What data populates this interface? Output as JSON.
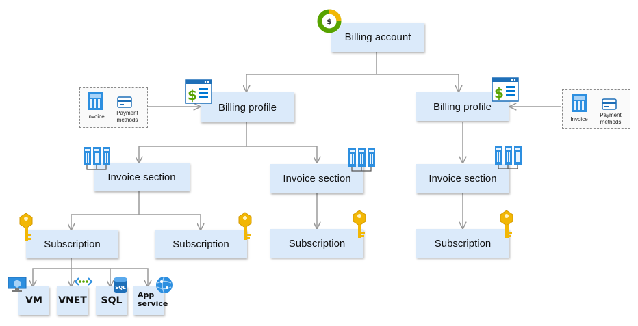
{
  "billing_account": {
    "label": "Billing account"
  },
  "billing_profiles": [
    {
      "label": "Billing profile",
      "invoice_label": "Invoice",
      "payment_label": "Payment methods"
    },
    {
      "label": "Billing profile",
      "invoice_label": "Invoice",
      "payment_label": "Payment methods"
    }
  ],
  "invoice_sections": [
    {
      "label": "Invoice section"
    },
    {
      "label": "Invoice section"
    },
    {
      "label": "Invoice section"
    }
  ],
  "subscriptions": [
    {
      "label": "Subscription"
    },
    {
      "label": "Subscription"
    },
    {
      "label": "Subscription"
    },
    {
      "label": "Subscription"
    }
  ],
  "resources": [
    {
      "label": "VM",
      "icon": "vm-icon"
    },
    {
      "label": "VNET",
      "icon": "vnet-icon"
    },
    {
      "label": "SQL",
      "icon": "sql-icon"
    },
    {
      "label": "App service",
      "icon": "app-service-icon"
    }
  ],
  "colors": {
    "node_fill": "#dbeafa",
    "connector": "#9a9a9a",
    "key_gold": "#f2b705",
    "azure_blue": "#0078d4",
    "dollar_green": "#57a300"
  }
}
